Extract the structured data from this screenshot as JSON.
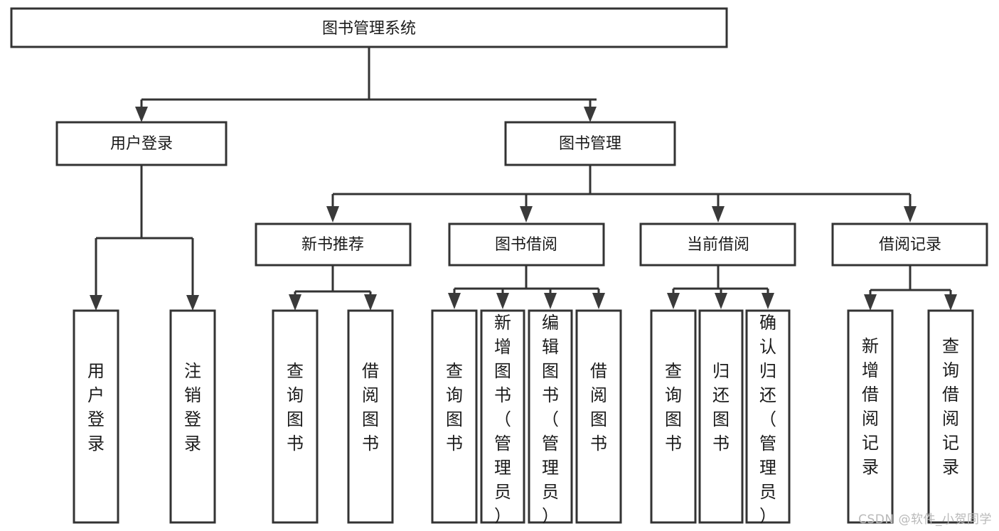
{
  "diagram": {
    "type": "tree-hierarchy",
    "title": "图书管理系统",
    "orientation": "top-down",
    "colors": {
      "box_fill": "#ffffff",
      "box_stroke": "#333333",
      "text": "#1b1b1b",
      "watermark": "#b9b9b9",
      "background": "#ffffff"
    },
    "root": {
      "label": "图书管理系统"
    },
    "level2": [
      {
        "label": "用户登录"
      },
      {
        "label": "图书管理"
      }
    ],
    "level3": [
      {
        "label": "新书推荐"
      },
      {
        "label": "图书借阅"
      },
      {
        "label": "当前借阅"
      },
      {
        "label": "借阅记录"
      }
    ],
    "leaves": {
      "user_login": [
        "用户登录",
        "注销登录"
      ],
      "new_book_recommend": [
        "查询图书",
        "借阅图书"
      ],
      "book_borrow": [
        "查询图书",
        "新增图书（管理员）",
        "编辑图书（管理员）",
        "借阅图书"
      ],
      "current_borrow": [
        "查询图书",
        "归还图书",
        "确认归还（管理员）"
      ],
      "borrow_record": [
        "新增借阅记录",
        "查询借阅记录"
      ]
    }
  },
  "watermark": {
    "text": "CSDN @软件_小贺同学"
  }
}
